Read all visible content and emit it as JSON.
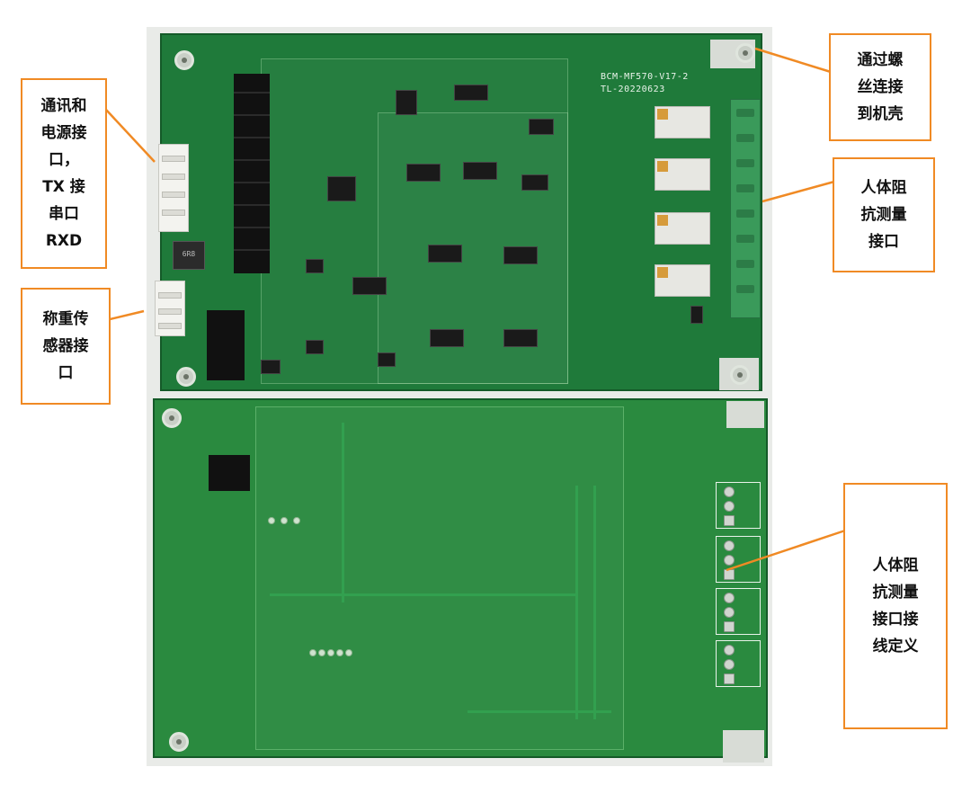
{
  "callouts": {
    "comm_power": "通讯和\n电源接\n口，\nTX 接\n串口\nRXD",
    "weight_sensor": "称重传\n感器接\n口",
    "screw_case": "通过螺\n丝连接\n到机壳",
    "body_impedance": "人体阻\n抗测量\n接口",
    "body_impedance_wiring": "人体阻\n抗测量\n接口接\n线定义"
  },
  "silkscreen": {
    "board_model": "BCM-MF570-V17-2",
    "board_date": "TL-20220623",
    "inductor_mark": "6R8"
  },
  "colors": {
    "callout_border": "#f08a24",
    "pcb_green": "#1f7a3a",
    "leader_line": "#f08a24"
  }
}
